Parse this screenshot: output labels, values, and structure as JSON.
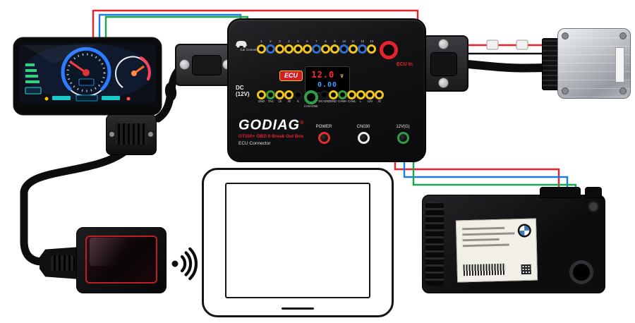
{
  "colors": {
    "wire_red": "#e8212a",
    "wire_blue": "#1f7ae0",
    "wire_green": "#17a84b",
    "cable_black": "#0d0d0d",
    "box_accent_red": "#d21f26",
    "jack_yellow": "#f0c419",
    "jack_blue": "#2f6fd0",
    "jack_green": "#2f9e44",
    "jack_black": "#17181c"
  },
  "breakout_box": {
    "brand": "GODIAG",
    "reg_mark": "®",
    "model_line1": "GT100+ OBD II Break Out Box",
    "model_line2": "ECU Connector",
    "ecu_badge": "ECU",
    "ecu_in_label": "ECU In",
    "car_connect_label": "Car Connect",
    "dc_line1": "DC",
    "dc_line2": "(12V)",
    "voltmeter": {
      "volts": "12.0",
      "volt_unit": "V",
      "amps": "0.00"
    },
    "buttons": [
      {
        "label": "POWER",
        "ring": "#e03131"
      },
      {
        "label": "CN030",
        "ring": "#e9ecef"
      },
      {
        "label": "12V(G)",
        "ring": "#2f9e44"
      }
    ],
    "top_jacks": [
      {
        "n": "1",
        "color": "#f0c419"
      },
      {
        "n": "2",
        "color": "#2f6fd0"
      },
      {
        "n": "3",
        "color": "#f0c419"
      },
      {
        "n": "4",
        "color": "#f0c419"
      },
      {
        "n": "5",
        "color": "#f0c419"
      },
      {
        "n": "6",
        "color": "#f0c419"
      },
      {
        "n": "7",
        "color": "#2f6fd0"
      },
      {
        "n": "8",
        "color": "#f0c419"
      },
      {
        "n": "9",
        "color": "#f0c419"
      },
      {
        "n": "10",
        "color": "#2f6fd0"
      },
      {
        "n": "11",
        "color": "#f0c419"
      },
      {
        "n": "12",
        "color": "#2f6fd0"
      },
      {
        "n": "13",
        "color": "#f0c419"
      }
    ],
    "power_jack": {
      "n": "",
      "color": "#e8212a"
    },
    "bottom_jacks": [
      {
        "n": "GND",
        "color": "#f0c419"
      },
      {
        "n": "TAC",
        "color": "#2f9e44"
      },
      {
        "n": "15",
        "color": "#f0c419"
      },
      {
        "n": "30",
        "color": "#f0c419"
      },
      {
        "n": "K",
        "color": "#17181c"
      },
      {
        "n": "CAN-GND",
        "color": "#2f9e44",
        "big": true
      },
      {
        "n": "DC-GND",
        "color": "#17181c"
      },
      {
        "n": "GND",
        "color": "#f0c419"
      },
      {
        "n": "CANH",
        "color": "#2f9e44"
      },
      {
        "n": "CANL",
        "color": "#f0c419"
      },
      {
        "n": "L",
        "color": "#f0c419"
      },
      {
        "n": "12V",
        "color": "#f0c419"
      },
      {
        "n": "31",
        "color": "#f0c419"
      }
    ]
  },
  "icons": {
    "car": "car-icon",
    "bmw": "bmw-roundel-icon",
    "wireless": "wifi-signal-icon"
  }
}
